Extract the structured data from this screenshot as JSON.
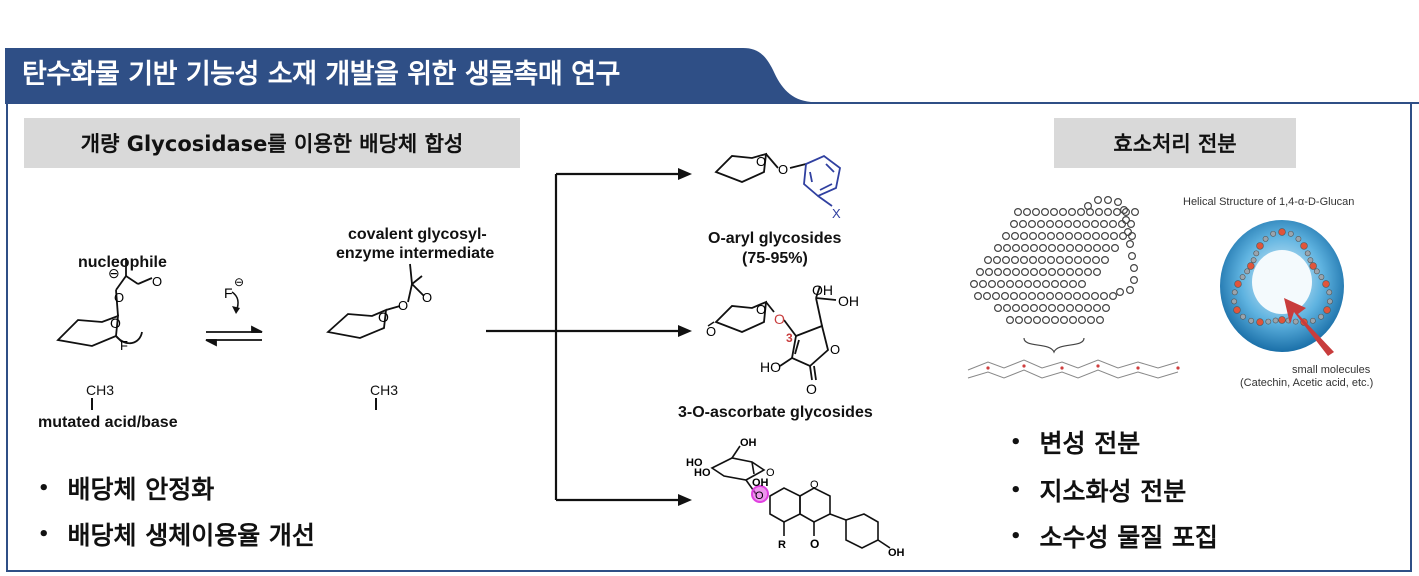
{
  "header": {
    "title": "탄수화물 기반 기능성 소재 개발을 위한 생물촉매 연구"
  },
  "left_panel": {
    "label": "개량 Glycosidase를 이용한 배당체 합성",
    "nucleophile": "nucleophile",
    "intermediate_line1": "covalent glycosyl-",
    "intermediate_line2": "enzyme intermediate",
    "mutated": "mutated acid/base",
    "ch3_a": "CH3",
    "ch3_b": "CH3",
    "fluoride": "F",
    "bullets": [
      "배당체 안정화",
      "배당체 생체이용율 개선"
    ]
  },
  "products": {
    "aryl_name": "O-aryl glycosides",
    "aryl_yield": "(75-95%)",
    "aryl_sub": "X",
    "ascorbate_name": "3-O-ascorbate glycosides",
    "ascorbate_pos": "3",
    "ho_label": "HO",
    "oh_label": "OH",
    "o_label": "O",
    "r_label": "R"
  },
  "right_panel": {
    "label": "효소처리 전분",
    "helix_title": "Helical Structure of 1,4-α-D-Glucan",
    "small_molecules_1": "small molecules",
    "small_molecules_2": "(Catechin, Acetic acid, etc.)",
    "bullets": [
      "변성 전분",
      "지소화성 전분",
      "소수성 물질 포집"
    ]
  },
  "colors": {
    "header_bg": "#2f4f86",
    "label_bg": "#d9d9d9",
    "highlight": "#e040e0",
    "blue_ring": "#3040a0",
    "red_arrow": "#c83c3c"
  }
}
